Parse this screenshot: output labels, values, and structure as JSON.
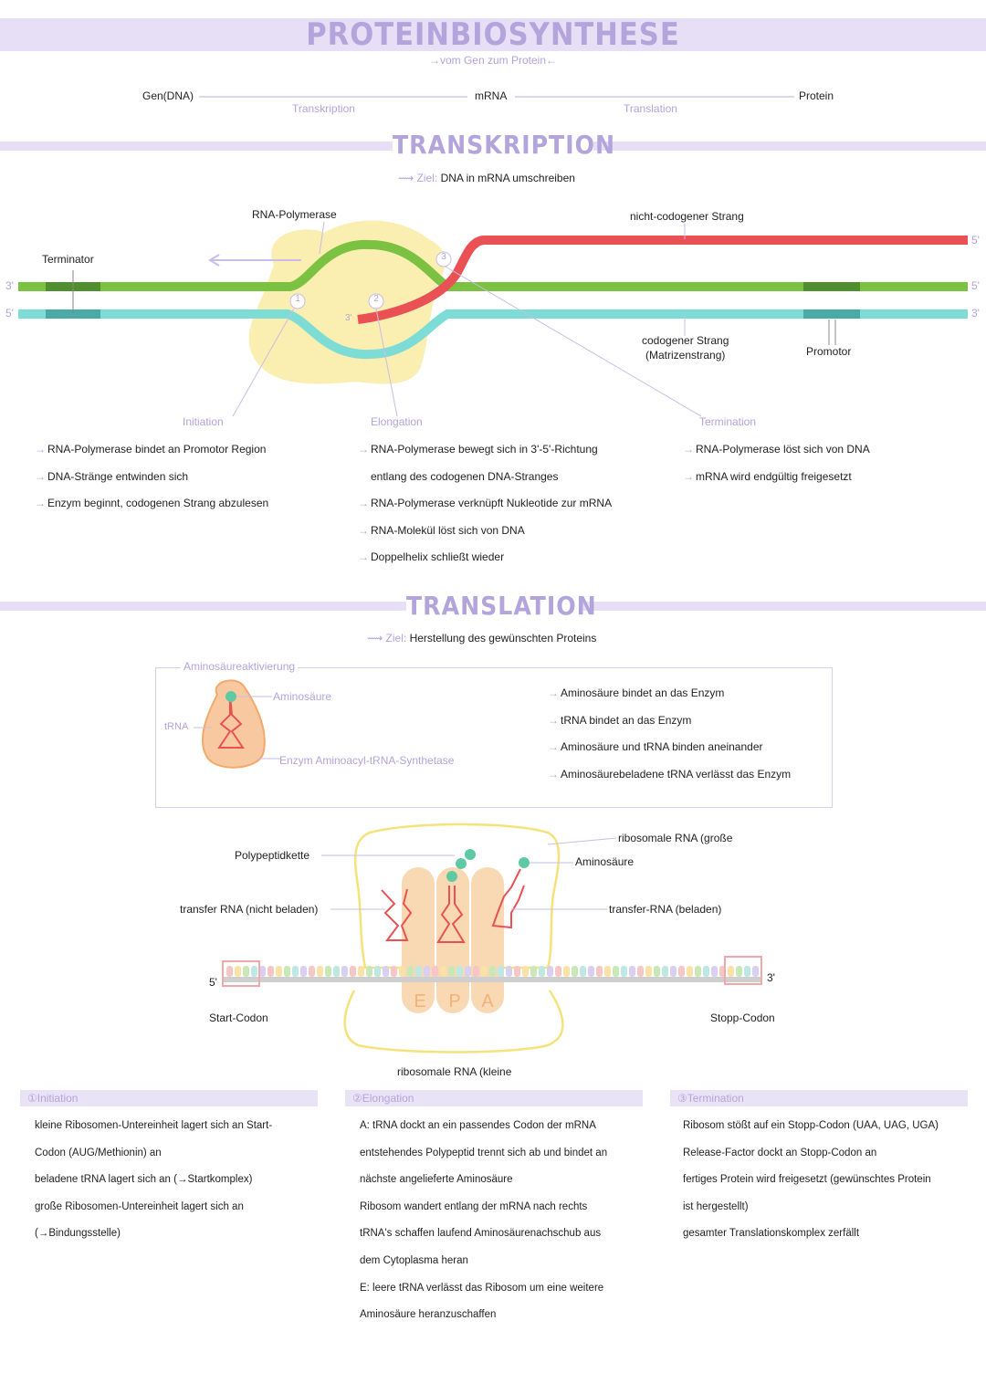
{
  "header": {
    "title": "PROTEINBIOSYNTHESE",
    "subtitle": "→vom Gen zum Protein←"
  },
  "overview": {
    "gene": "Gen(DNA)",
    "transcription": "Transkription",
    "mrna": "mRNA",
    "translation": "Translation",
    "protein": "Protein"
  },
  "transkription": {
    "title": "TRANSKRIPTION",
    "ziel_prefix": "Ziel:",
    "ziel": "DNA in mRNA umschreiben",
    "labels": {
      "rna_polymerase": "RNA-Polymerase",
      "terminator": "Terminator",
      "nicht_codogen": "nicht-codogener Strang",
      "codogen_1": "codogener Strang",
      "codogen_2": "(Matrizenstrang)",
      "promotor": "Promotor",
      "end_3_left": "3'",
      "end_5_left": "5'",
      "end_5_right_top": "5'",
      "end_5_right_mid": "5'",
      "end_3_right_bot": "3'",
      "rna_3": "3'",
      "circle_1": "1",
      "circle_2": "2",
      "circle_3": "3"
    },
    "phases": {
      "initiation": {
        "title": "Initiation",
        "items": [
          "RNA-Polymerase bindet an Promotor Region",
          "DNA-Stränge entwinden sich",
          "Enzym beginnt, codogenen Strang abzulesen"
        ]
      },
      "elongation": {
        "title": "Elongation",
        "items": [
          "RNA-Polymerase bewegt sich in 3'-5'-Richtung",
          "entlang des codogenen DNA-Stranges",
          "RNA-Polymerase verknüpft Nukleotide zur mRNA",
          "RNA-Molekül löst sich von DNA",
          "Doppelhelix schließt wieder"
        ]
      },
      "termination": {
        "title": "Termination",
        "items": [
          "RNA-Polymerase löst sich von DNA",
          "mRNA wird endgültig freigesetzt"
        ]
      }
    }
  },
  "translation": {
    "title": "TRANSLATION",
    "ziel_prefix": "Ziel:",
    "ziel": "Herstellung des gewünschten Proteins",
    "aktivierung": {
      "title": "Aminosäureaktivierung",
      "trna": "tRNA",
      "aminosaeure": "Aminosäure",
      "enzym": "Enzym Aminoacyl-tRNA-Synthetase",
      "items": [
        "Aminosäure bindet an das Enzym",
        "tRNA bindet an das Enzym",
        "Aminosäure und tRNA binden aneinander",
        "Aminosäurebeladene tRNA verlässt das Enzym"
      ]
    },
    "ribosome": {
      "polypeptid": "Polypeptidkette",
      "trna_unloaded": "transfer RNA (nicht beladen)",
      "rrna_large": "ribosomale RNA (große",
      "aminosaeure": "Aminosäure",
      "trna_loaded": "transfer-RNA (beladen)",
      "five": "5'",
      "three": "3'",
      "start": "Start-Codon",
      "stop": "Stopp-Codon",
      "rrna_small": "ribosomale RNA (kleine",
      "site_e": "E",
      "site_p": "P",
      "site_a": "A"
    },
    "phases": {
      "initiation": {
        "title": "①Initiation",
        "items": [
          "kleine Ribosomen-Untereinheit lagert sich an Start-",
          "Codon (AUG/Methionin) an",
          "beladene tRNA lagert sich an (→Startkomplex)",
          "große Ribosomen-Untereinheit lagert sich an",
          "(→Bindungsstelle)"
        ]
      },
      "elongation": {
        "title": "②Elongation",
        "items": [
          "A: tRNA dockt an ein passendes Codon der mRNA",
          "entstehendes Polypeptid trennt sich ab und bindet an",
          "nächste angelieferte Aminosäure",
          "Ribosom wandert entlang der mRNA nach rechts",
          "tRNA's schaffen laufend Aminosäurenachschub aus",
          "dem Cytoplasma heran",
          "E: leere tRNA verlässt das Ribosom um eine weitere",
          "Aminosäure heranzuschaffen"
        ]
      },
      "termination": {
        "title": "③Termination",
        "items": [
          "Ribosom stößt auf ein Stopp-Codon (UAA, UAG, UGA)",
          "Release-Factor dockt an Stopp-Codon an",
          "fertiges Protein wird freigesetzt (gewünschtes Protein",
          "ist hergestellt)",
          "gesamter Translationskomplex zerfällt"
        ]
      }
    }
  },
  "colors": {
    "band": "#e6dff5",
    "accent": "#b3a4dc",
    "green": "#7bc142",
    "cyan": "#7ddcd6",
    "red": "#ea5155",
    "enzyme": "#faeeb0",
    "ribosome_outline": "#f5e27a",
    "trna": "#f8c9a0"
  }
}
